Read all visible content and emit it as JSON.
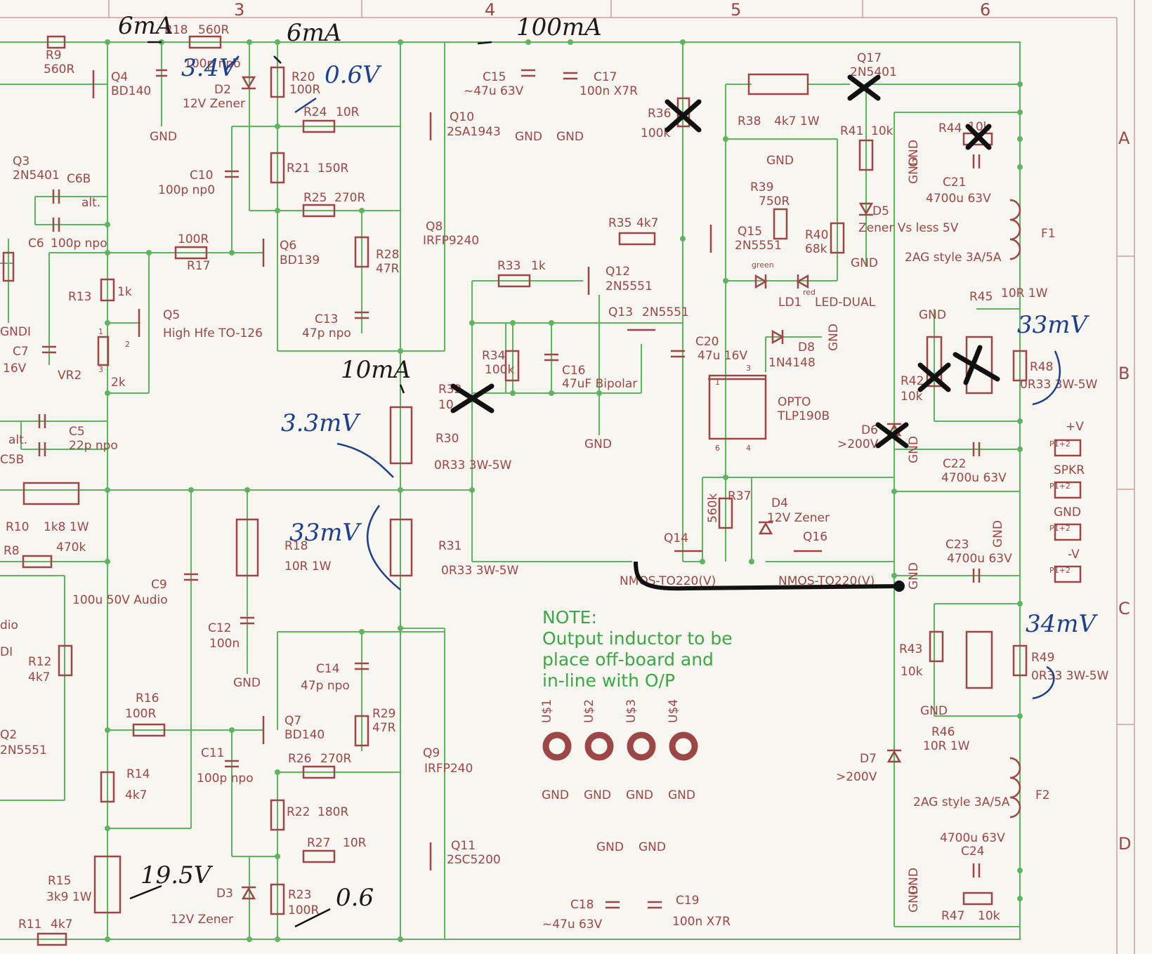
{
  "sheet": {
    "columns": [
      "3",
      "4",
      "5",
      "6"
    ],
    "rows": [
      "A",
      "B",
      "C",
      "D"
    ]
  },
  "labels": {
    "r9": "R9",
    "r9v": "560R",
    "r18": "R18",
    "r18v": "560R",
    "q4": "Q4",
    "q4v": "BD140",
    "c6v": "100p npo",
    "d2": "D2",
    "d2v": "12V Zener",
    "r20": "R20",
    "r20v": "100R",
    "r24": "R24",
    "r24v": "10R",
    "q10": "Q10",
    "q10v": "2SA1943",
    "c15": "C15",
    "c15v": "~47u 63V",
    "c17": "C17",
    "c17v": "100n X7R",
    "r36": "R36",
    "r36v": "100k",
    "r38": "R38",
    "r38v": "4k7 1W",
    "q17": "Q17",
    "q17v": "2N5401",
    "r41": "R41",
    "r41v": "10k",
    "r44": "R44",
    "r44v": "10k",
    "c21": "C21",
    "c21v": "4700u 63V",
    "q3": "Q3",
    "q3v": "2N5401",
    "c6b": "C6B",
    "alt": "alt.",
    "c10": "C10",
    "c10v": "100p np0",
    "r21": "R21",
    "r21v": "150R",
    "r25": "R25",
    "r25v": "270R",
    "q8": "Q8",
    "q8v": "IRFP9240",
    "r39": "R39",
    "r39v": "750R",
    "d5": "D5",
    "d5v": "Zener Vs less 5V",
    "f1": "F1",
    "f1v": "2AG style 3A/5A",
    "c6": "C6",
    "r17": "R17",
    "r17v": "100R",
    "q6": "Q6",
    "q6v": "BD139",
    "r28": "R28",
    "r28v": "47R",
    "r35": "R35",
    "r35v": "4k7",
    "q15": "Q15",
    "q15v": "2N5551",
    "r40": "R40",
    "r40v": "68k",
    "r33": "R33",
    "r33v": "1k",
    "q12": "Q12",
    "q12v": "2N5551",
    "green": "green",
    "red": "red",
    "ld1": "LD1",
    "ld1v": "LED-DUAL",
    "r45": "R45",
    "r45v": "10R 1W",
    "r13": "R13",
    "r13v": "1k",
    "q5": "Q5",
    "q5v": "High Hfe TO-126",
    "c13": "C13",
    "c13v": "47p npo",
    "q13": "Q13",
    "q13v": "2N5551",
    "c20": "C20",
    "c20v": "47u 16V",
    "d8": "D8",
    "d8v": "1N4148",
    "c7": "C7",
    "c7v": "16V",
    "vr2": "VR2",
    "vr2v": "2k",
    "r34": "R34",
    "r34v": "100k",
    "c16": "C16",
    "c16v": "47uF Bipolar",
    "r42": "R42",
    "r42v": "10k",
    "r48": "R48",
    "r48v": "0R33 3W-5W",
    "c5": "C5",
    "c5v": "22p npo",
    "c5b": "C5B",
    "r32": "R32",
    "r32v": "10",
    "r30": "R30",
    "r30v": "0R33 3W-5W",
    "opto": "OPTO",
    "optov": "TLP190B",
    "d6": "D6",
    "d6v": ">200V",
    "c22": "C22",
    "c22v": "4700u 63V",
    "r10": "R10",
    "r10v": "1k8 1W",
    "r37": "R37",
    "r37v": "560k",
    "d4": "D4",
    "d4v": "12V Zener",
    "r8": "R8",
    "r8v": "470k",
    "r18b": "R18",
    "r18bv": "10R 1W",
    "r31": "R31",
    "r31v": "0R33 3W-5W",
    "q14": "Q14",
    "q14v": "NMOS-TO220(V)",
    "q16": "Q16",
    "q16v": "NMOS-TO220(V)",
    "c23": "C23",
    "c23v": "4700u 63V",
    "c9": "C9",
    "c9v": "100u 50V Audio",
    "c12": "C12",
    "c12v": "100n",
    "r43": "R43",
    "r43v": "10k",
    "r49": "R49",
    "r49v": "0R33 3W-5W",
    "r12": "R12",
    "r12v": "4k7",
    "c14": "C14",
    "c14v": "47p npo",
    "r16": "R16",
    "r16v": "100R",
    "q7": "Q7",
    "q7v": "BD140",
    "r29": "R29",
    "r29v": "47R",
    "q9": "Q9",
    "q9v": "IRFP240",
    "r46": "R46",
    "r46v": "10R 1W",
    "q2": "Q2",
    "q2v": "2N5551",
    "c11": "C11",
    "c11v": "100p npo",
    "r26": "R26",
    "r26v": "270R",
    "d7": "D7",
    "d7v": ">200V",
    "r14": "R14",
    "r14v": "4k7",
    "r22": "R22",
    "r22v": "180R",
    "f2": "F2",
    "f2v": "2AG style 3A/5A",
    "r27": "R27",
    "r27v": "10R",
    "q11": "Q11",
    "q11v": "2SC5200",
    "c24": "C24",
    "c24v": "4700u 63V",
    "r15": "R15",
    "r15v": "3k9 1W",
    "d3": "D3",
    "d3v": "12V Zener",
    "r23": "R23",
    "r23v": "100R",
    "c18": "C18",
    "c18v": "~47u 63V",
    "c19": "C19",
    "c19v": "100n X7R",
    "r47": "R47",
    "r47v": "10k",
    "r11": "R11",
    "r11v": "4k7",
    "us1": "U$1",
    "us2": "U$2",
    "us3": "U$3",
    "us4": "U$4",
    "gnd": "GND",
    "gndi": "GNDI",
    "dio": "dio",
    "di": "DI",
    "pv": "+V",
    "spkr": "SPKR",
    "nv": "-V",
    "p12": "P1+2",
    "optopin1": "1",
    "optopin3": "3",
    "optopin6": "6",
    "optopin4": "4",
    "vr2pin1": "1",
    "vr2pin2": "2",
    "vr2pin3": "3"
  },
  "note": {
    "title": "NOTE:",
    "line1": "Output inductor to be",
    "line2": "place off-board and",
    "line3": " in-line with O/P"
  },
  "annotations": {
    "i_6ma_a": "6mA",
    "i_6ma_b": "6mA",
    "i_100ma": "100mA",
    "v_3_4": "3.4V",
    "v_0_6a": "0.6V",
    "i_10ma": "10mA",
    "v_3_3": "3.3mV",
    "v_33a": "33mV",
    "v_33b": "33mV",
    "v_34": "34mV",
    "v_19_5": "19.5V",
    "v_0_6b": "0.6"
  },
  "colors": {
    "wire": "#5fb55f",
    "part": "#9c4646",
    "note": "#3ba845",
    "ink_black": "#111111",
    "ink_blue": "#1e3f8c",
    "paper": "#f8f6f0",
    "frame": "#c9a0a0"
  }
}
